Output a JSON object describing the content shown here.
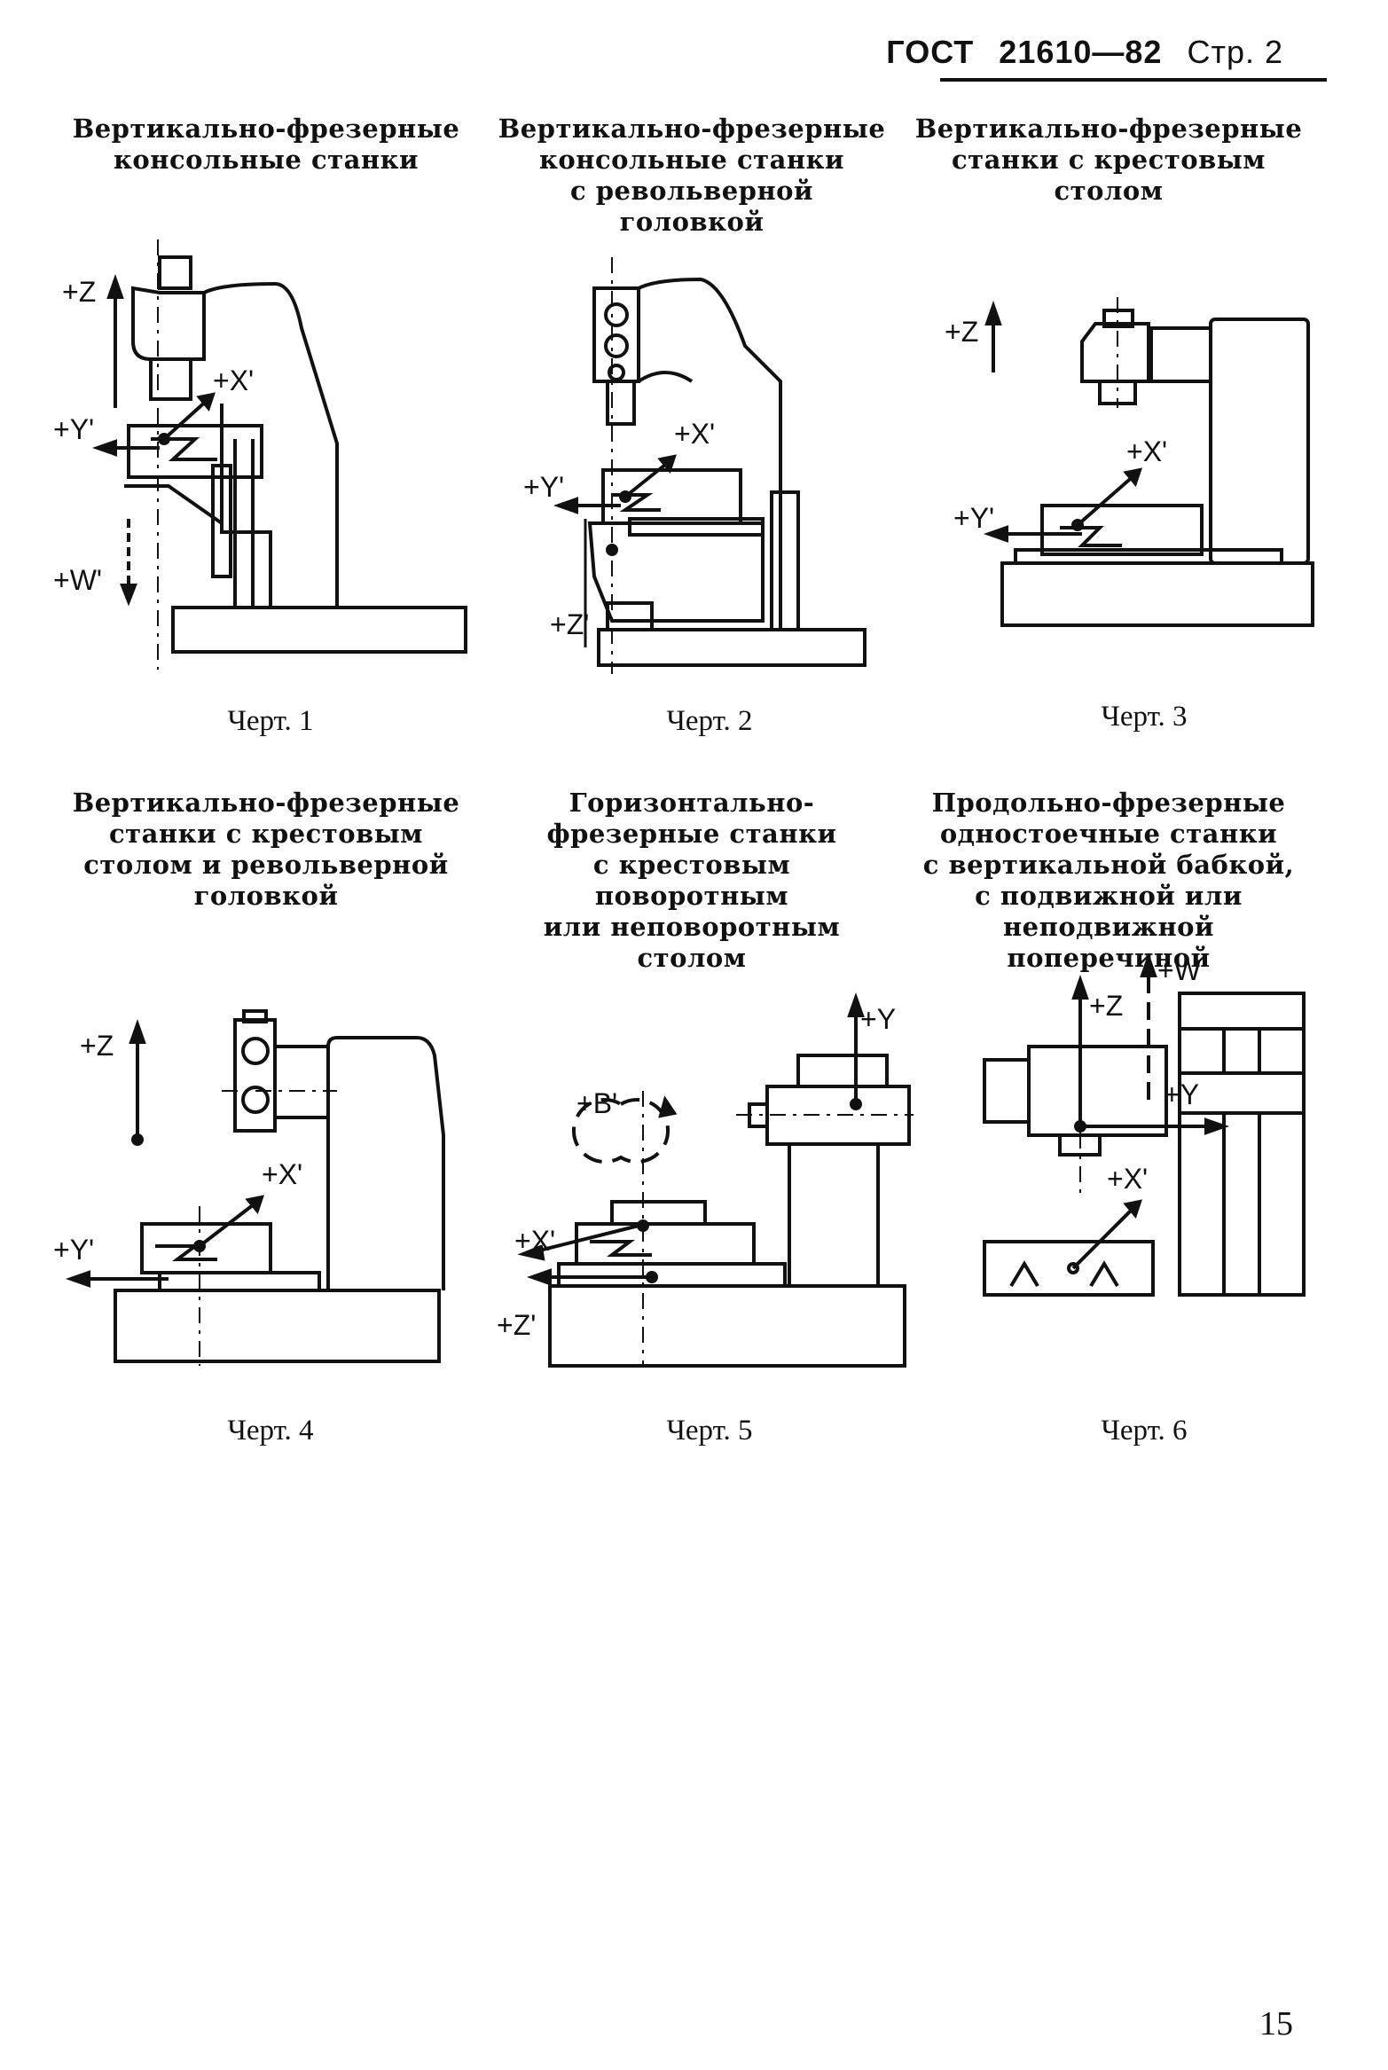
{
  "header": {
    "gost": "ГОСТ",
    "number": "21610—82",
    "page": "Стр. 2"
  },
  "figures": [
    {
      "title_lines": [
        "Вертикально-фрезерные",
        "консольные станки"
      ],
      "caption": "Черт. 1",
      "axes": [
        "+Z",
        "+X'",
        "+Y'",
        "+W'"
      ]
    },
    {
      "title_lines": [
        "Вертикально-фрезерные",
        "консольные станки",
        "с револьверной головкой"
      ],
      "caption": "Черт. 2",
      "axes": [
        "+X'",
        "+Y'",
        "+Z'"
      ]
    },
    {
      "title_lines": [
        "Вертикально-фрезерные",
        "станки с крестовым",
        "столом"
      ],
      "caption": "Черт. 3",
      "axes": [
        "+Z",
        "+X'",
        "+Y'"
      ]
    },
    {
      "title_lines": [
        "Вертикально-фрезерные",
        "станки с крестовым",
        "столом и револьверной",
        "головкой"
      ],
      "caption": "Черт. 4",
      "axes": [
        "+Z",
        "+X'",
        "+Y'"
      ]
    },
    {
      "title_lines": [
        "Горизонтально-",
        "фрезерные станки",
        "с крестовым поворотным",
        "или неповоротным",
        "столом"
      ],
      "caption": "Черт. 5",
      "axes": [
        "+Y",
        "+B'",
        "+X'",
        "+Z'"
      ]
    },
    {
      "title_lines": [
        "Продольно-фрезерные",
        "одностоечные станки",
        "с вертикальной бабкой,",
        "с подвижной или",
        "неподвижной поперечиной"
      ],
      "caption": "Черт. 6",
      "axes": [
        "+W",
        "+Z",
        "+Y",
        "+X'"
      ]
    }
  ],
  "page_number": "15"
}
